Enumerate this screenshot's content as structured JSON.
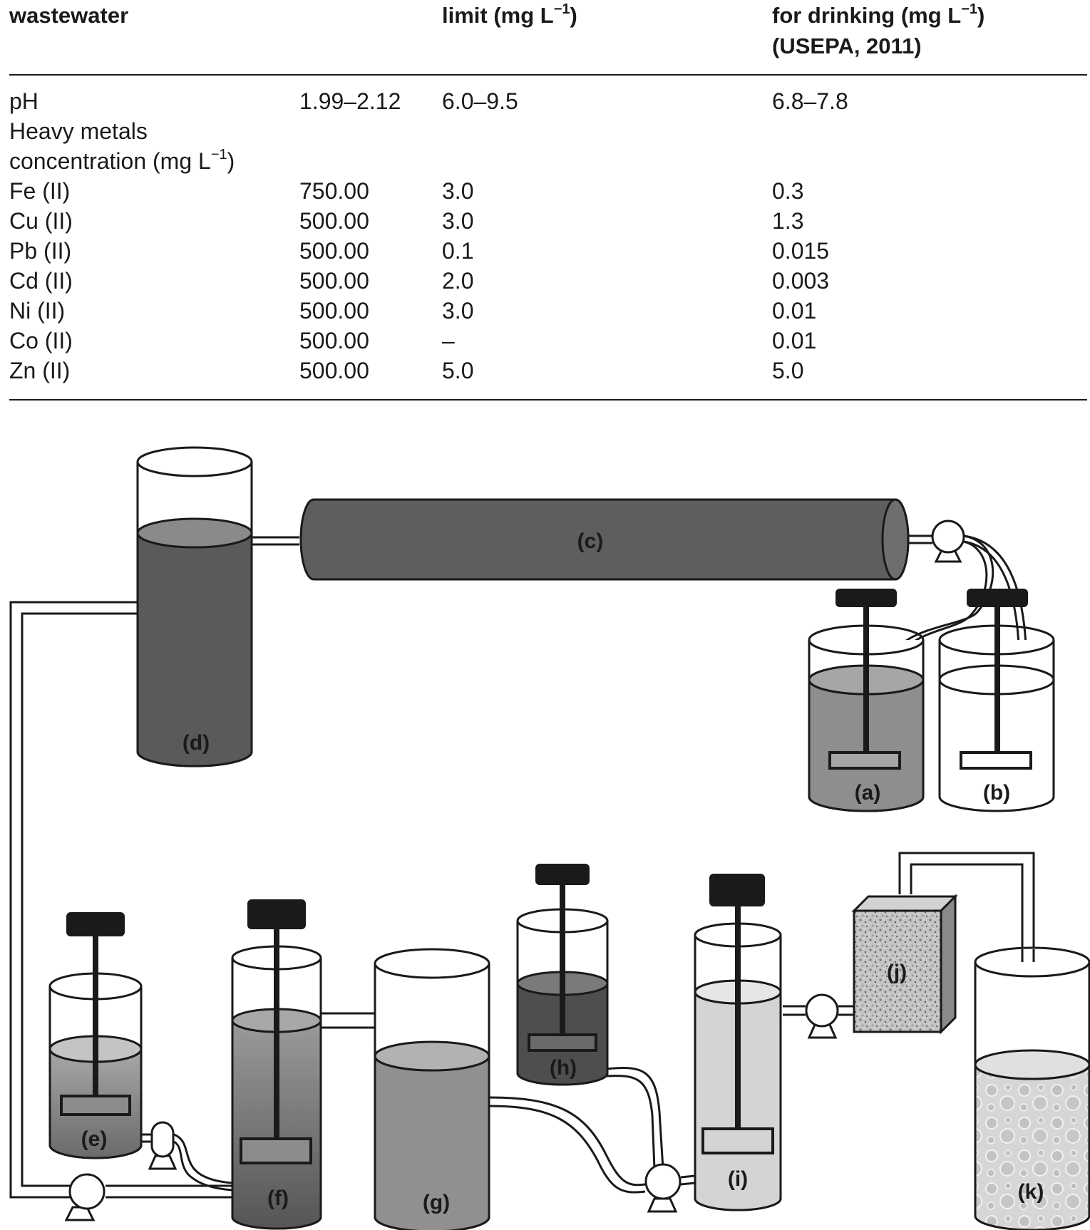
{
  "table": {
    "headers": [
      {
        "text": "wastewater",
        "sup": ""
      },
      {
        "text": "limit (mg L",
        "sup": "−1",
        "after": ")"
      },
      {
        "text": "for drinking (mg L",
        "sup": "−1",
        "after": ")",
        "line2": "(USEPA, 2011)"
      }
    ],
    "rows": [
      {
        "param": "pH",
        "wastewater": "1.99–2.12",
        "limit": "6.0–9.5",
        "drinking": "6.8–7.8"
      },
      {
        "param": "Heavy metals",
        "wastewater": "",
        "limit": "",
        "drinking": ""
      },
      {
        "param": "concentration (mg L",
        "param_sup": "−1",
        "param_after": ")",
        "wastewater": "",
        "limit": "",
        "drinking": ""
      },
      {
        "param": "Fe (II)",
        "wastewater": "750.00",
        "limit": "3.0",
        "drinking": "0.3"
      },
      {
        "param": "Cu (II)",
        "wastewater": "500.00",
        "limit": "3.0",
        "drinking": "1.3"
      },
      {
        "param": "Pb (II)",
        "wastewater": "500.00",
        "limit": "0.1",
        "drinking": "0.015"
      },
      {
        "param": "Cd (II)",
        "wastewater": "500.00",
        "limit": "2.0",
        "drinking": "0.003"
      },
      {
        "param": "Ni (II)",
        "wastewater": "500.00",
        "limit": "3.0",
        "drinking": "0.01"
      },
      {
        "param": "Co (II)",
        "wastewater": "500.00",
        "limit": "–",
        "drinking": "0.01"
      },
      {
        "param": "Zn (II)",
        "wastewater": "500.00",
        "limit": "5.0",
        "drinking": "5.0"
      }
    ]
  },
  "diagram": {
    "labels": {
      "a": "(a)",
      "b": "(b)",
      "c": "(c)",
      "d": "(d)",
      "e": "(e)",
      "f": "(f)",
      "g": "(g)",
      "h": "(h)",
      "i": "(i)",
      "j": "(j)",
      "k": "(k)"
    },
    "colors": {
      "dark": "#5a5a5a",
      "darker": "#4a4a4a",
      "mid": "#8a8a8a",
      "light": "#b8b8b8",
      "lightest": "#d8d8d8",
      "outline": "#1a1a1a",
      "motor": "#1a1a1a"
    }
  }
}
